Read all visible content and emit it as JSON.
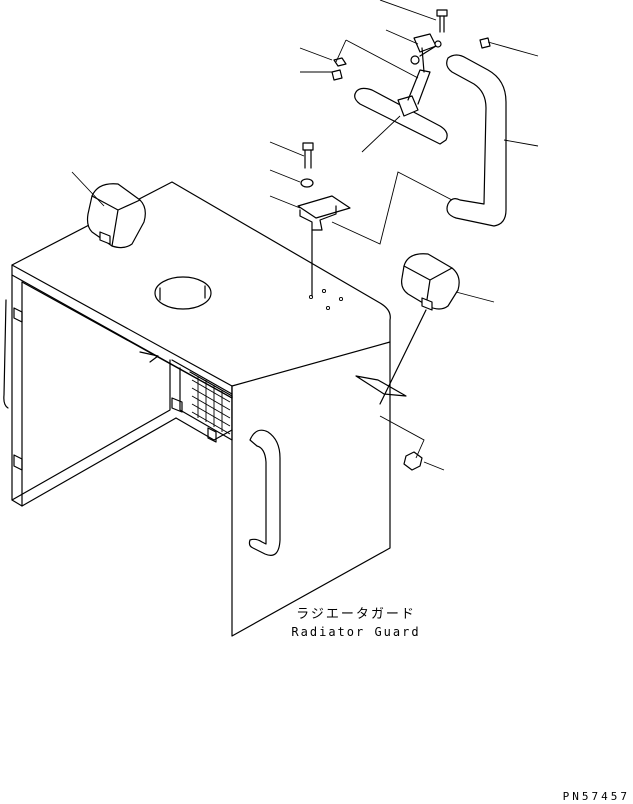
{
  "caption": {
    "japanese": "ラジエータガード",
    "english": "Radiator Guard"
  },
  "drawing_number": "PN57457"
}
